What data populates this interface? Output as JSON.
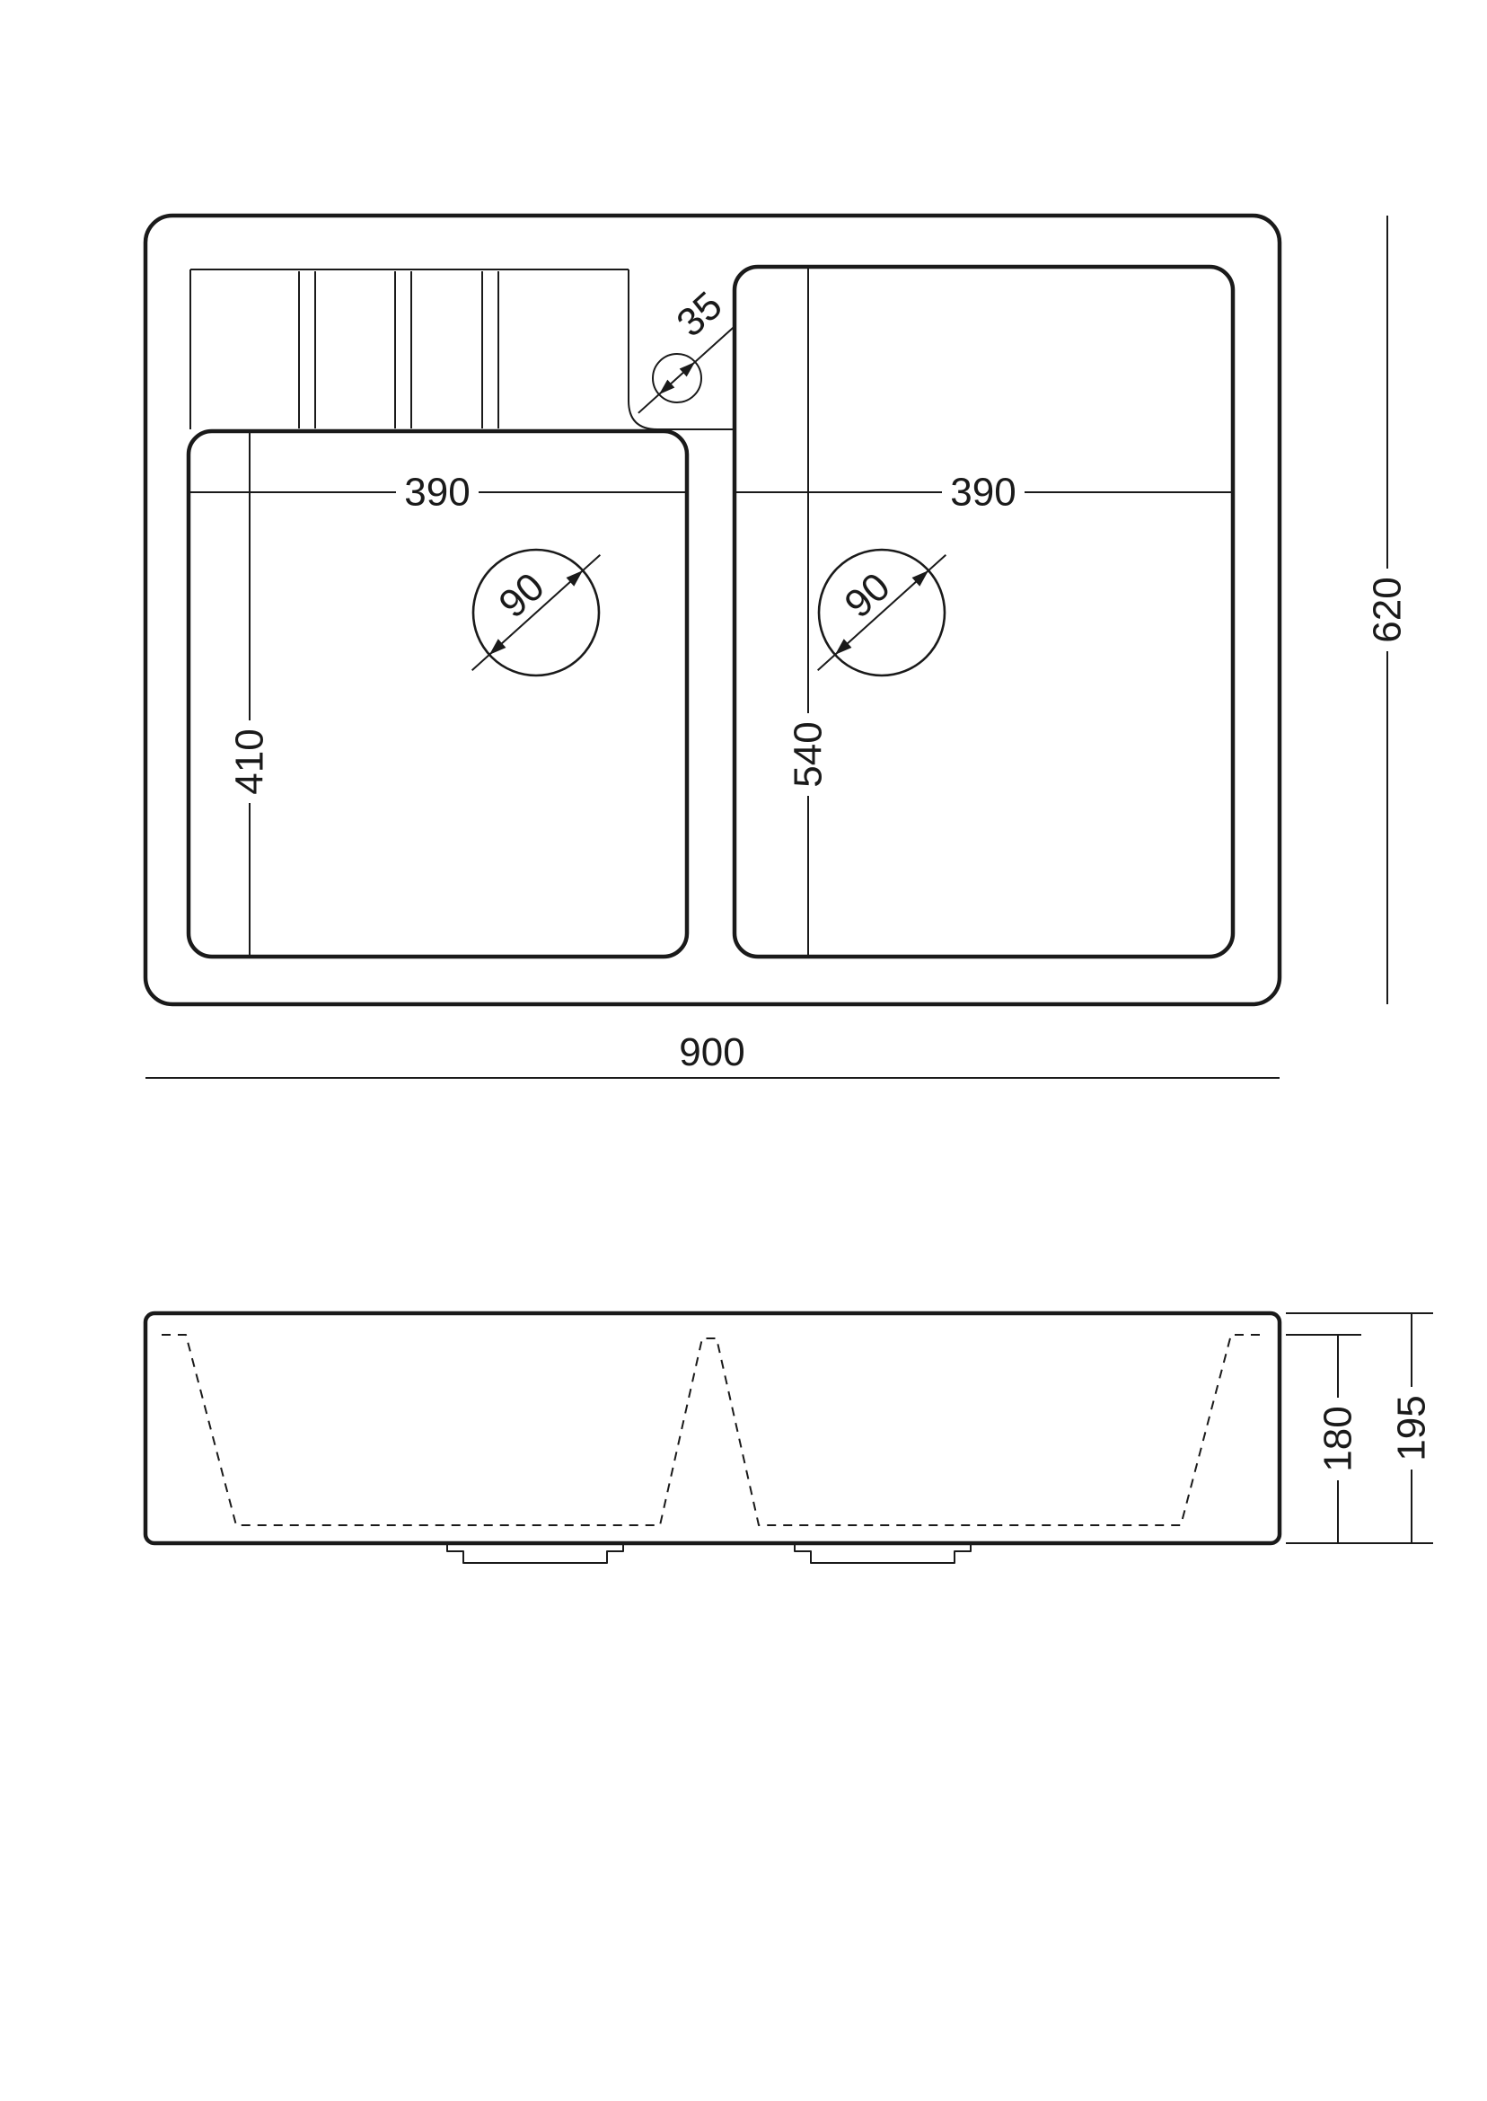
{
  "style": {
    "line_color": "#1a1a1a",
    "background_color": "#ffffff"
  },
  "top_view": {
    "overall_width": "900",
    "overall_depth": "620",
    "faucet_hole_diameter": "35",
    "left_bowl": {
      "width": "390",
      "depth": "410",
      "drain_diameter": "90"
    },
    "right_bowl": {
      "width": "390",
      "depth": "540",
      "drain_diameter": "90"
    }
  },
  "section_view": {
    "bowl_depth": "180",
    "overall_height": "195"
  }
}
